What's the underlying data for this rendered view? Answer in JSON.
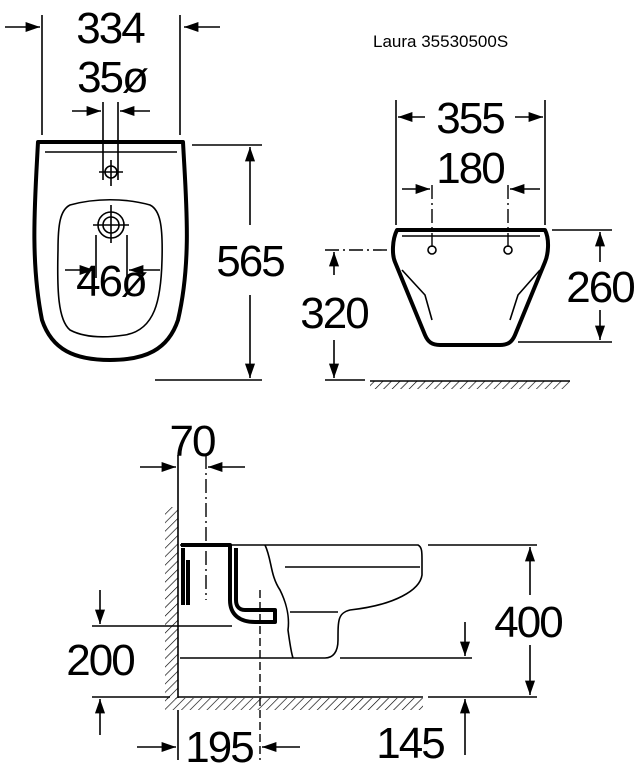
{
  "title": "Laura 35530500S",
  "top_view": {
    "width": "334",
    "inlet_diameter": "35ø",
    "outlet_diameter": "46ø",
    "length": "565"
  },
  "front_view": {
    "width": "355",
    "fixing_distance": "180",
    "fixing_height": "320",
    "height": "260"
  },
  "side_view": {
    "inlet_offset": "70",
    "outlet_height": "200",
    "outlet_offset": "195",
    "bottom_height": "145",
    "rim_height": "400"
  }
}
